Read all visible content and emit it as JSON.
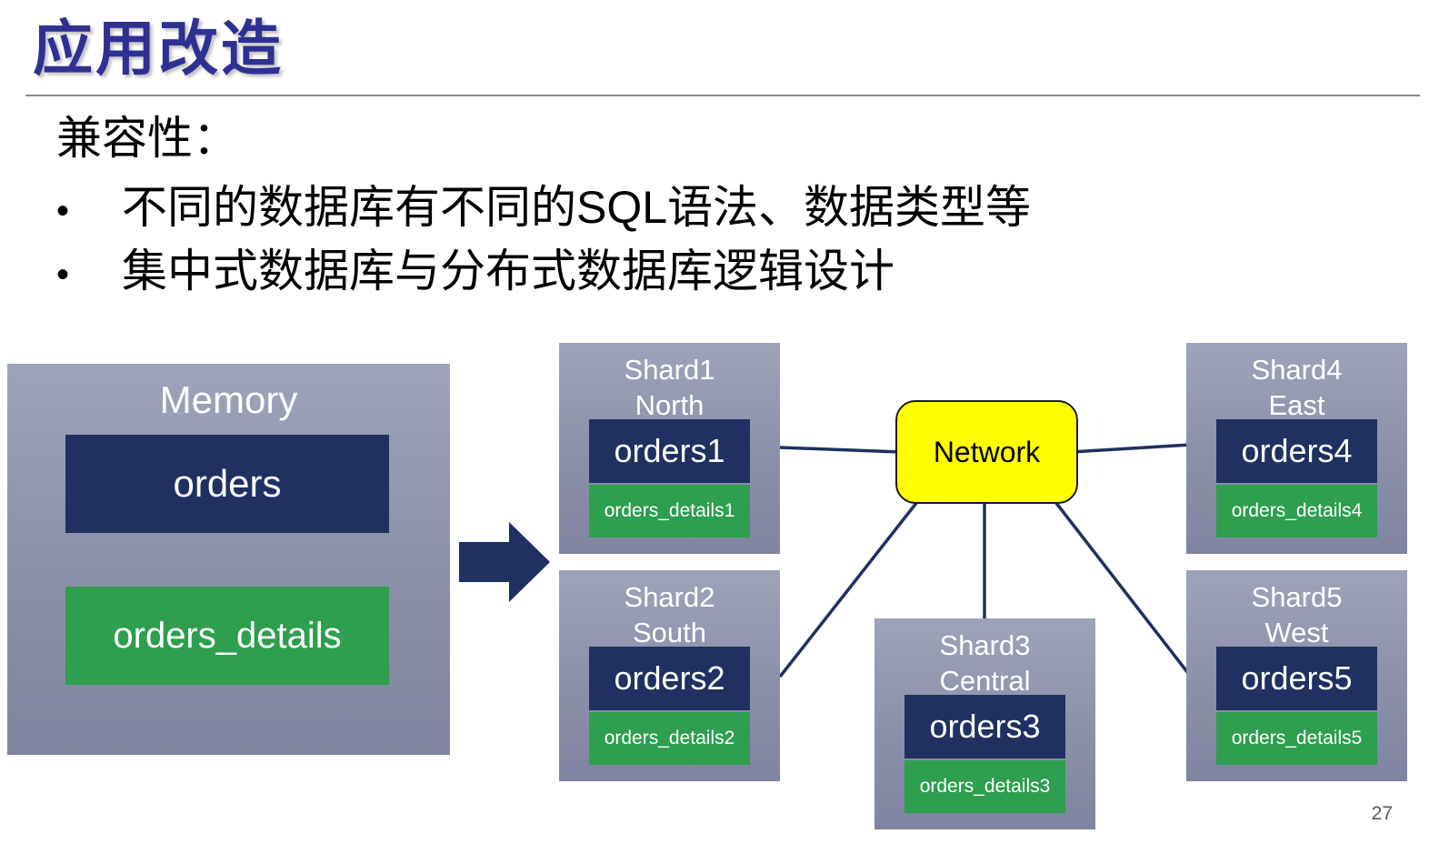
{
  "slide": {
    "title": "应用改造",
    "page_number": "27"
  },
  "body": {
    "bullet_glyph": "•",
    "heading": "兼容性：",
    "bullets": [
      "不同的数据库有不同的SQL语法、数据类型等",
      "集中式数据库与分布式数据库逻辑设计"
    ]
  },
  "diagram": {
    "memory": {
      "title": "Memory",
      "orders_table": "orders",
      "details_table": "orders_details"
    },
    "network": {
      "label": "Network"
    },
    "shards": [
      {
        "name": "Shard1",
        "region": "North",
        "orders": "orders1",
        "details": "orders_details1"
      },
      {
        "name": "Shard2",
        "region": "South",
        "orders": "orders2",
        "details": "orders_details2"
      },
      {
        "name": "Shard3",
        "region": "Central",
        "orders": "orders3",
        "details": "orders_details3"
      },
      {
        "name": "Shard4",
        "region": "East",
        "orders": "orders4",
        "details": "orders_details4"
      },
      {
        "name": "Shard5",
        "region": "West",
        "orders": "orders5",
        "details": "orders_details5"
      }
    ],
    "colors": {
      "title_blue": "#2E3192",
      "orders_navy": "#1F3061",
      "details_green": "#2E9E4F",
      "panel_gray": "#8A90A9",
      "network_yellow": "#FFFF00",
      "connector_navy": "#1F3061"
    }
  }
}
